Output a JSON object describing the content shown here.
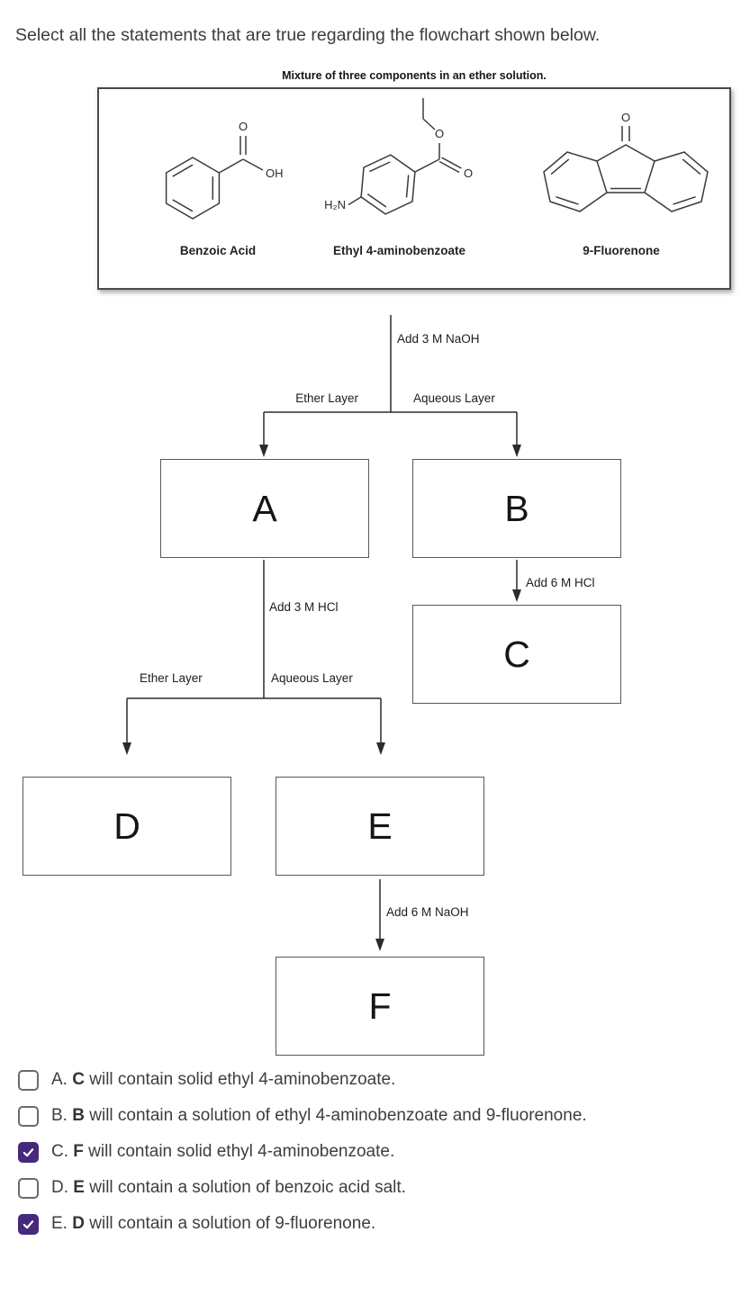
{
  "title": "Select all the statements that are true regarding the flowchart shown below.",
  "mixture": {
    "caption": "Mixture of three components in an ether solution.",
    "compounds": [
      {
        "name": "Benzoic Acid",
        "atoms": {
          "carbonyl_o": "O",
          "hydroxyl": "OH"
        }
      },
      {
        "name": "Ethyl 4-aminobenzoate",
        "atoms": {
          "amine": "H₂N",
          "ester_o_single": "O",
          "ester_o_double": "O"
        }
      },
      {
        "name": "9-Fluorenone",
        "atoms": {
          "ketone_o": "O"
        }
      }
    ]
  },
  "flowchart": {
    "step1_reagent": "Add 3 M NaOH",
    "step1_left_branch": "Ether Layer",
    "step1_right_branch": "Aqueous Layer",
    "box_a": "A",
    "box_b": "B",
    "b_to_c_reagent": "Add 6 M HCl",
    "box_c": "C",
    "step2_reagent": "Add 3 M HCl",
    "step2_left_branch": "Ether Layer",
    "step2_right_branch": "Aqueous Layer",
    "box_d": "D",
    "box_e": "E",
    "e_to_f_reagent": "Add 6 M NaOH",
    "box_f": "F"
  },
  "options": [
    {
      "prefix": "A.",
      "subject": "C",
      "rest": "will contain solid ethyl 4-aminobenzoate.",
      "checked": false
    },
    {
      "prefix": "B.",
      "subject": "B",
      "rest": "will contain a solution of ethyl 4-aminobenzoate and 9-fluorenone.",
      "checked": false
    },
    {
      "prefix": "C.",
      "subject": "F",
      "rest": "will contain solid ethyl 4-aminobenzoate.",
      "checked": true
    },
    {
      "prefix": "D.",
      "subject": "E",
      "rest": "will contain a solution of benzoic acid salt.",
      "checked": false
    },
    {
      "prefix": "E.",
      "subject": "D",
      "rest": "will contain a solution of 9-fluorenone.",
      "checked": true
    }
  ],
  "colors": {
    "checkbox_checked": "#46287c",
    "text": "#3d3d3d",
    "line": "#2b2b2b"
  }
}
